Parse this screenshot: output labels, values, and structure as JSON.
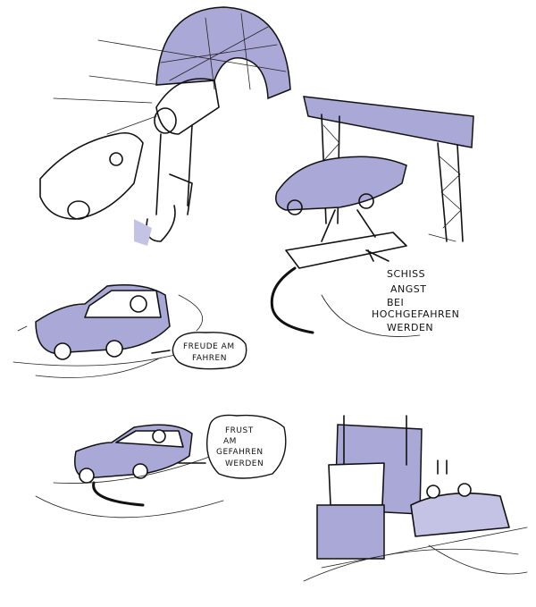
{
  "captions": {
    "fear": [
      "SCHISS",
      "ANGST",
      "BEI",
      "HOCHGEFAHREN",
      "WERDEN"
    ],
    "joy": [
      "FREUDE AM",
      "FAHREN"
    ],
    "frustration": [
      "FRUST",
      "AM",
      "GEFAHREN",
      "WERDEN"
    ]
  },
  "colors": {
    "accent": "#a9a8d6",
    "ink": "#111111"
  }
}
